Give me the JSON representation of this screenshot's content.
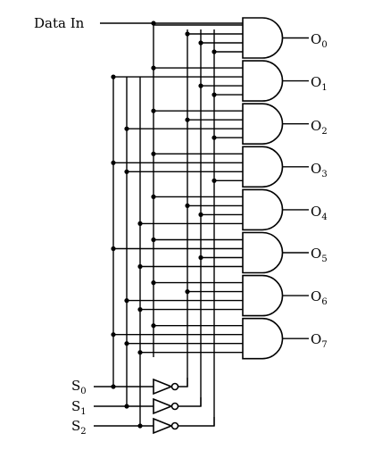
{
  "diagram": {
    "input_label": "Data In",
    "select_lines": [
      {
        "base": "S",
        "index": "0"
      },
      {
        "base": "S",
        "index": "1"
      },
      {
        "base": "S",
        "index": "2"
      }
    ],
    "outputs": [
      {
        "base": "O",
        "index": "0"
      },
      {
        "base": "O",
        "index": "1"
      },
      {
        "base": "O",
        "index": "2"
      },
      {
        "base": "O",
        "index": "3"
      },
      {
        "base": "O",
        "index": "4"
      },
      {
        "base": "O",
        "index": "5"
      },
      {
        "base": "O",
        "index": "6"
      },
      {
        "base": "O",
        "index": "7"
      }
    ],
    "gate_type": "and",
    "inverter_count": 3
  }
}
